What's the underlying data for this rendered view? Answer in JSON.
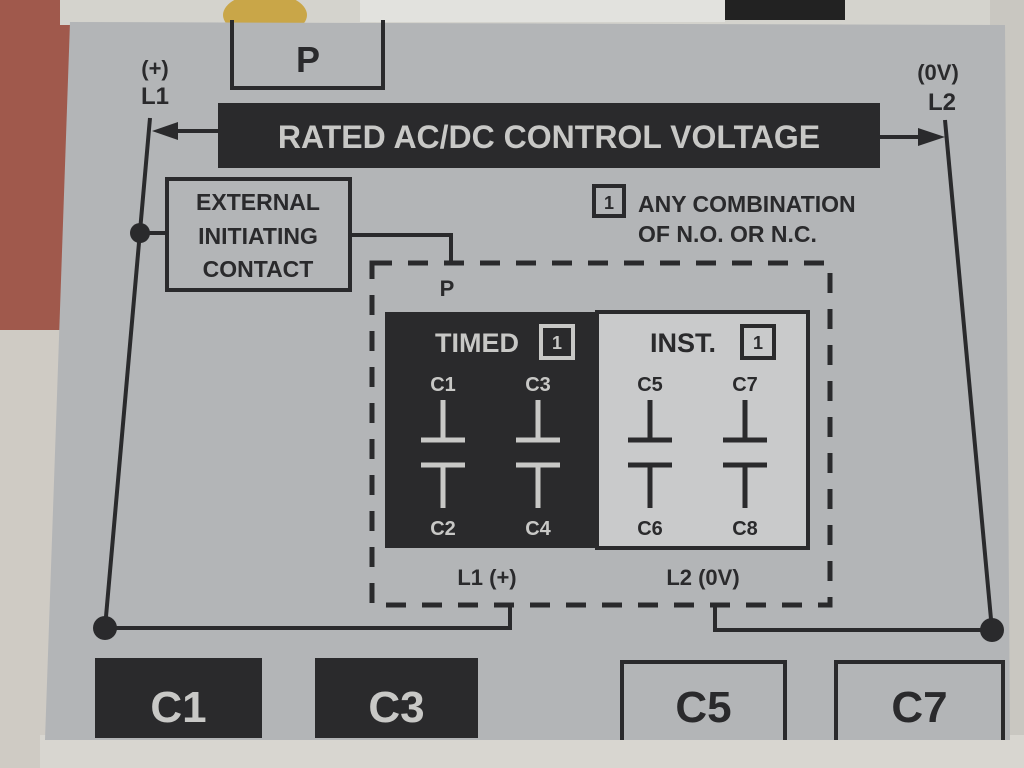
{
  "top_terminal": {
    "label": "P"
  },
  "l1": {
    "polarity": "(+)",
    "name": "L1"
  },
  "l2": {
    "polarity": "(0V)",
    "name": "L2"
  },
  "voltage_bar": {
    "text": "RATED AC/DC CONTROL VOLTAGE"
  },
  "external_contact": {
    "lines": [
      "EXTERNAL",
      "INITIATING",
      "CONTACT"
    ]
  },
  "note": {
    "badge": "1",
    "lines": [
      "ANY COMBINATION",
      "OF N.O. OR N.C."
    ]
  },
  "module": {
    "p_label": "P",
    "timed": {
      "title": "TIMED",
      "badge": "1",
      "contacts": [
        {
          "top": "C1",
          "bottom": "C2"
        },
        {
          "top": "C3",
          "bottom": "C4"
        }
      ]
    },
    "inst": {
      "title": "INST.",
      "badge": "1",
      "contacts": [
        {
          "top": "C5",
          "bottom": "C6"
        },
        {
          "top": "C7",
          "bottom": "C8"
        }
      ]
    },
    "l1_label": "L1 (+)",
    "l2_label": "L2 (0V)"
  },
  "bottom_terminals": [
    {
      "label": "C1",
      "filled": true
    },
    {
      "label": "C3",
      "filled": true
    },
    {
      "label": "C5",
      "filled": false
    },
    {
      "label": "C7",
      "filled": false
    }
  ],
  "colors": {
    "label_bg": "#b3b5b7",
    "ink": "#2a2a2c",
    "light_text": "#c8c8c6",
    "wall": "#a0594c"
  }
}
